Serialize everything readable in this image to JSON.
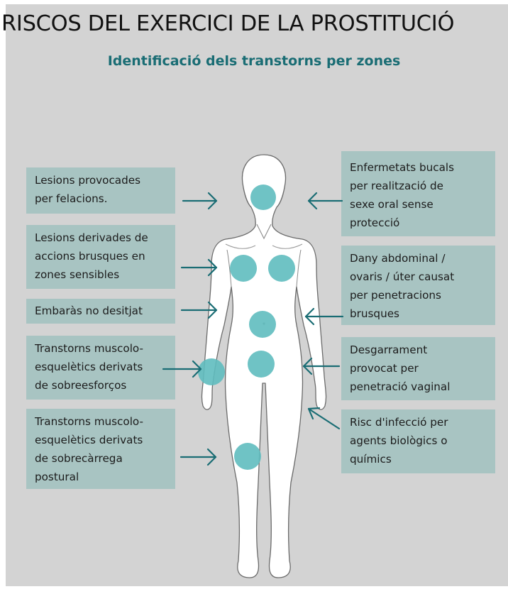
{
  "title": "RISCOS DEL EXERCICI DE LA PROSTITUCIÓ",
  "subtitle": "Identificació dels transtorns per zones",
  "colors": {
    "panel_background": "#d3d3d3",
    "label_box": "#a8c4c2",
    "accent": "#1a6d74",
    "zone_fill": "#5fbcbf",
    "body_fill": "#ffffff",
    "body_outline": "#6b6b6b"
  },
  "labels": {
    "left": [
      {
        "text": "Lesions provocades\nper felacions."
      },
      {
        "text": "Lesions derivades de\naccions brusques en\nzones sensibles"
      },
      {
        "text": "Embaràs no desitjat"
      },
      {
        "text": "Transtorns muscolo-\nesquelètics derivats\nde sobreesforços"
      },
      {
        "text": "Transtorns muscolo-\nesquelètics derivats\nde sobrecàrrega\npostural"
      }
    ],
    "right": [
      {
        "text": "Enfermetats bucals\nper realització de\nsexe oral sense\nprotecció"
      },
      {
        "text": "Dany abdominal /\novaris / úter causat\nper penetracions\nbrusques"
      },
      {
        "text": "Desgarrament\nprovocat per\npenetració vaginal"
      },
      {
        "text": "Risc d'infecció per\nagents biològics o\nquímics"
      }
    ]
  },
  "zones": [
    "mouth",
    "left-breast",
    "right-breast",
    "abdomen",
    "genital-area",
    "hand",
    "knee"
  ]
}
